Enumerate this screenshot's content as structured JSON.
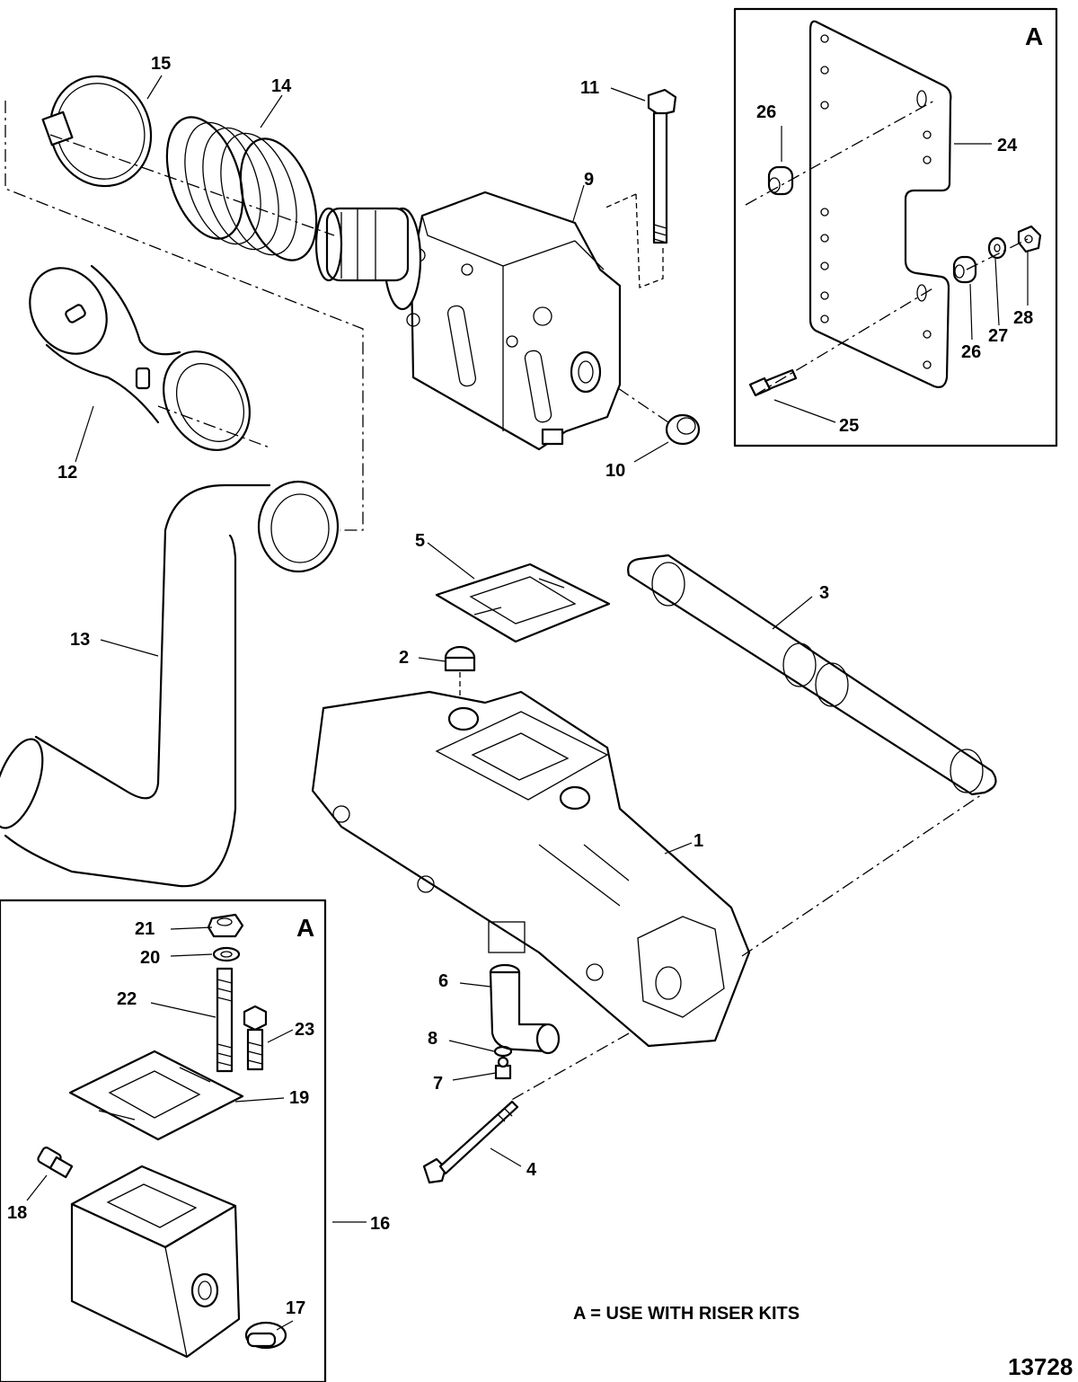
{
  "callouts": {
    "n1": "1",
    "n2": "2",
    "n3": "3",
    "n4": "4",
    "n5": "5",
    "n6": "6",
    "n7": "7",
    "n8": "8",
    "n9": "9",
    "n10": "10",
    "n11": "11",
    "n12": "12",
    "n13": "13",
    "n14": "14",
    "n15": "15",
    "n16": "16",
    "n17": "17",
    "n18": "18",
    "n19": "19",
    "n20": "20",
    "n21": "21",
    "n22": "22",
    "n23": "23",
    "n24": "24",
    "n25": "25",
    "n26a": "26",
    "n26b": "26",
    "n27": "27",
    "n28": "28"
  },
  "insets": {
    "top_right_letter": "A",
    "bottom_left_letter": "A"
  },
  "note": "A = USE WITH RISER KITS",
  "figure_number": "13728"
}
